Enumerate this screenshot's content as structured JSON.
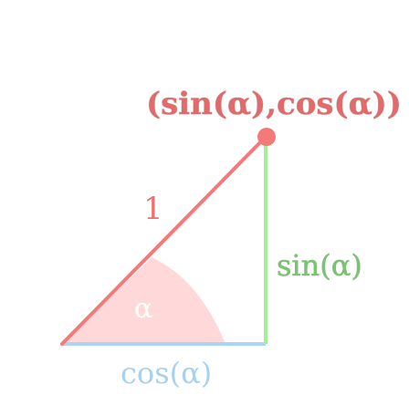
{
  "diagram": {
    "point_label": "(sin(α),cos(α))",
    "hypotenuse_label": "1",
    "opposite_label": "sin(α)",
    "adjacent_label": "cos(α)",
    "angle_label": "α"
  },
  "colors": {
    "hypotenuse": "#f47a7a",
    "point": "#f47a7a",
    "opposite": "#a6ee9c",
    "adjacent": "#a8d6f4",
    "angle_fill": "#ffd9d9"
  }
}
